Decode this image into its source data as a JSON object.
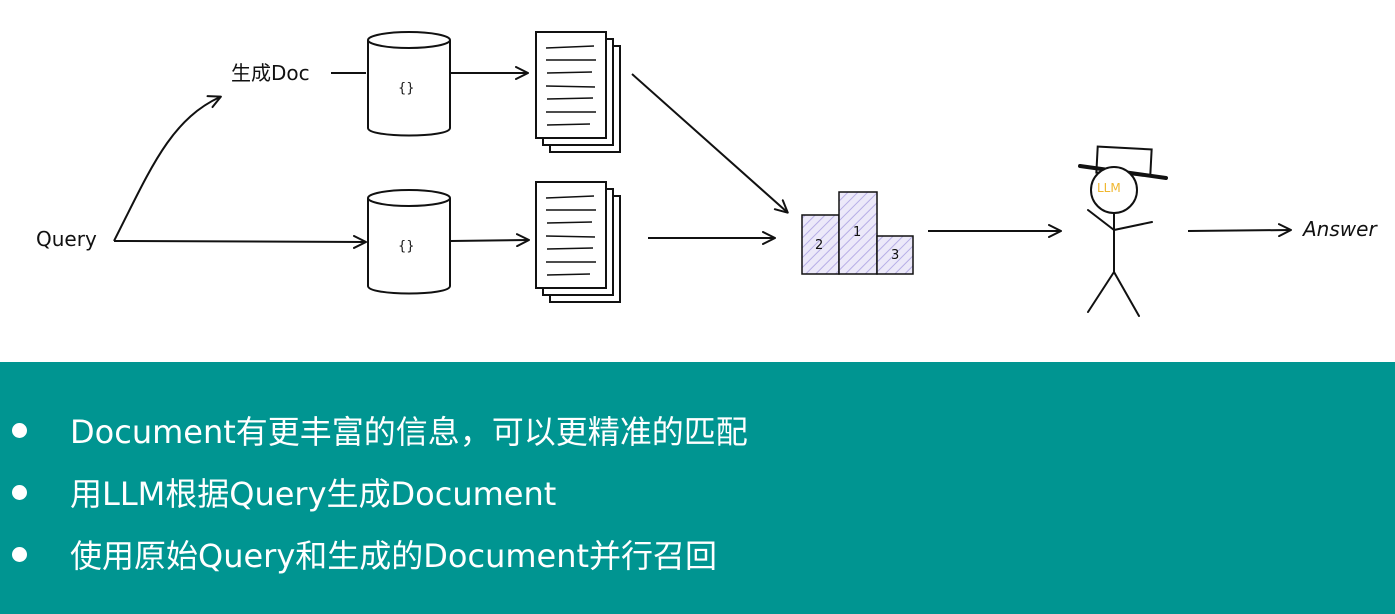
{
  "diagram": {
    "query_label": "Query",
    "gen_doc_label": "生成Doc",
    "db_icon": "{}",
    "podium": {
      "first": "1",
      "second": "2",
      "third": "3"
    },
    "llm_hat_label": "LLM",
    "answer_label": "Answer"
  },
  "bullets": [
    {
      "text": "Document有更丰富的信息，可以更精准的匹配"
    },
    {
      "text": "用LLM根据Query生成Document"
    },
    {
      "text": "使用原始Query和生成的Document并行召回"
    }
  ],
  "colors": {
    "panel": "#009591",
    "llm_text": "#f0b72f",
    "podium_fill": "#d9d4f2"
  }
}
